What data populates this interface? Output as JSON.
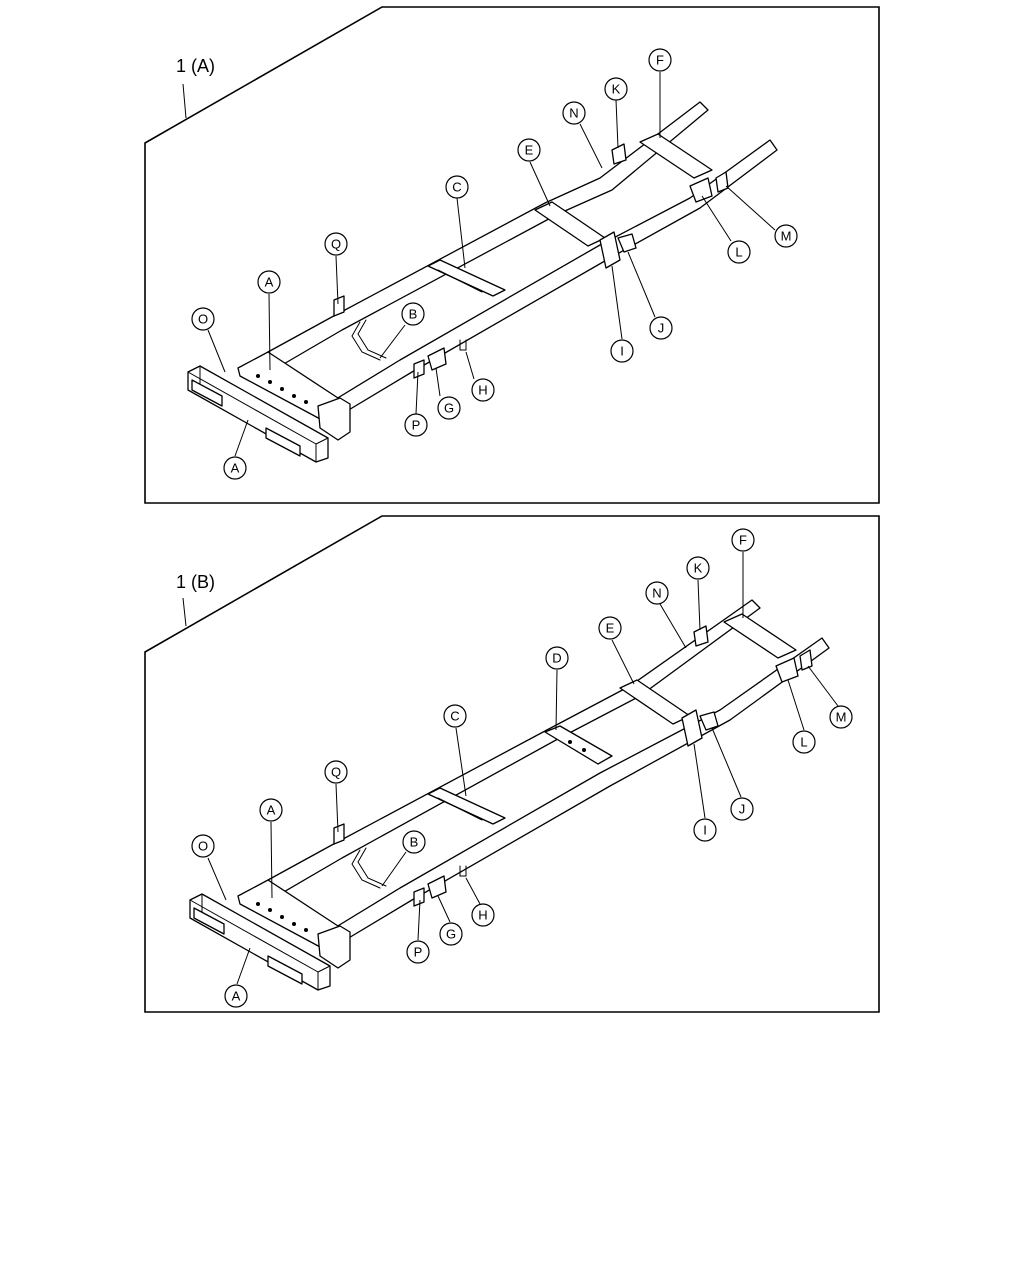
{
  "diagrams": [
    {
      "id": "A",
      "label": "1 (A)",
      "callouts": [
        "A",
        "A",
        "B",
        "C",
        "E",
        "F",
        "G",
        "H",
        "I",
        "J",
        "K",
        "L",
        "M",
        "N",
        "O",
        "P",
        "Q"
      ]
    },
    {
      "id": "B",
      "label": "1 (B)",
      "callouts": [
        "A",
        "A",
        "B",
        "C",
        "D",
        "E",
        "F",
        "G",
        "H",
        "I",
        "J",
        "K",
        "L",
        "M",
        "N",
        "O",
        "P",
        "Q"
      ]
    }
  ]
}
